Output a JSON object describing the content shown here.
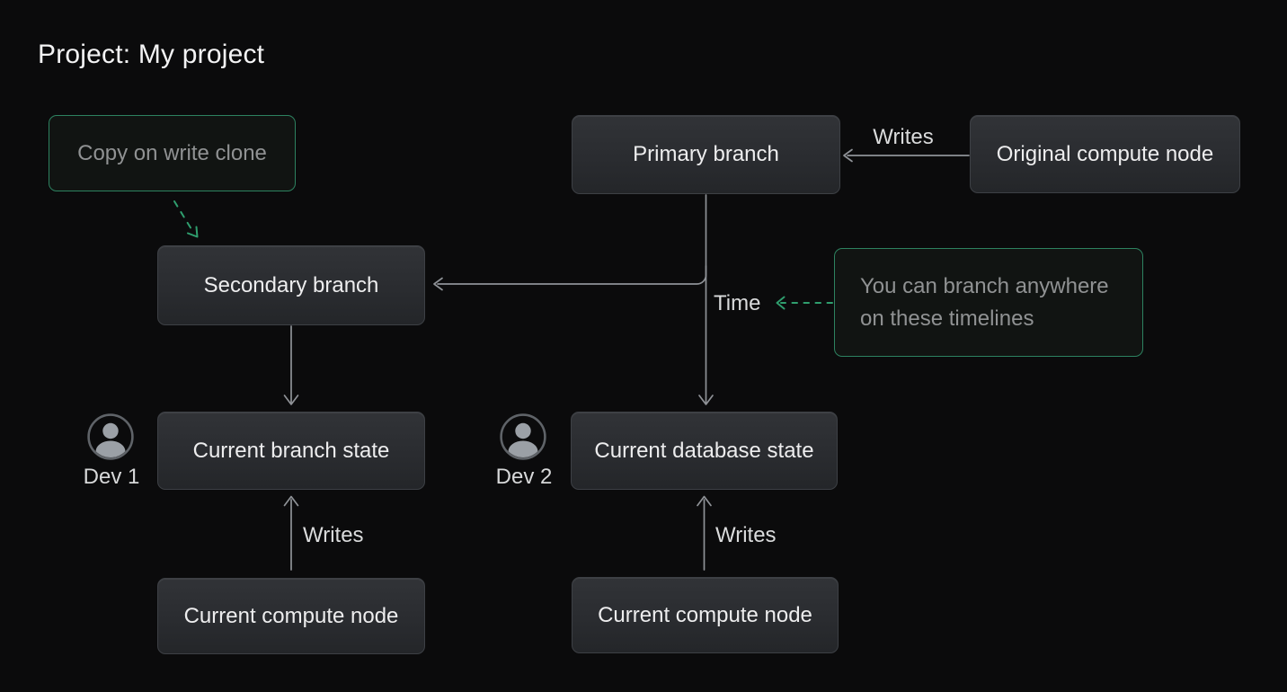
{
  "title": "Project: My project",
  "nodes": {
    "copy_on_write_clone": {
      "label": "Copy on write clone"
    },
    "primary_branch": {
      "label": "Primary branch"
    },
    "original_compute_node": {
      "label": "Original compute node"
    },
    "secondary_branch": {
      "label": "Secondary branch"
    },
    "branch_anywhere_note": {
      "label": "You can branch anywhere on these timelines"
    },
    "current_branch_state": {
      "label": "Current branch state"
    },
    "current_database_state": {
      "label": "Current database state"
    },
    "current_compute_node_left": {
      "label": "Current compute node"
    },
    "current_compute_node_right": {
      "label": "Current compute node"
    }
  },
  "edge_labels": {
    "writes_top": "Writes",
    "writes_bottom_left": "Writes",
    "writes_bottom_right": "Writes",
    "time": "Time"
  },
  "actors": {
    "dev1": {
      "label": "Dev 1"
    },
    "dev2": {
      "label": "Dev 2"
    }
  },
  "colors": {
    "background": "#0b0b0c",
    "node_fill": "#2b2d31",
    "node_border": "#3d4045",
    "node_text": "#ededee",
    "annotation_border": "#2d8260",
    "annotation_text": "#909293",
    "arrow_gray": "#8f9297",
    "arrow_green_dashed": "#2f9e6e",
    "edge_label_text": "#dadbdc",
    "title_text": "#f3f3f4"
  }
}
